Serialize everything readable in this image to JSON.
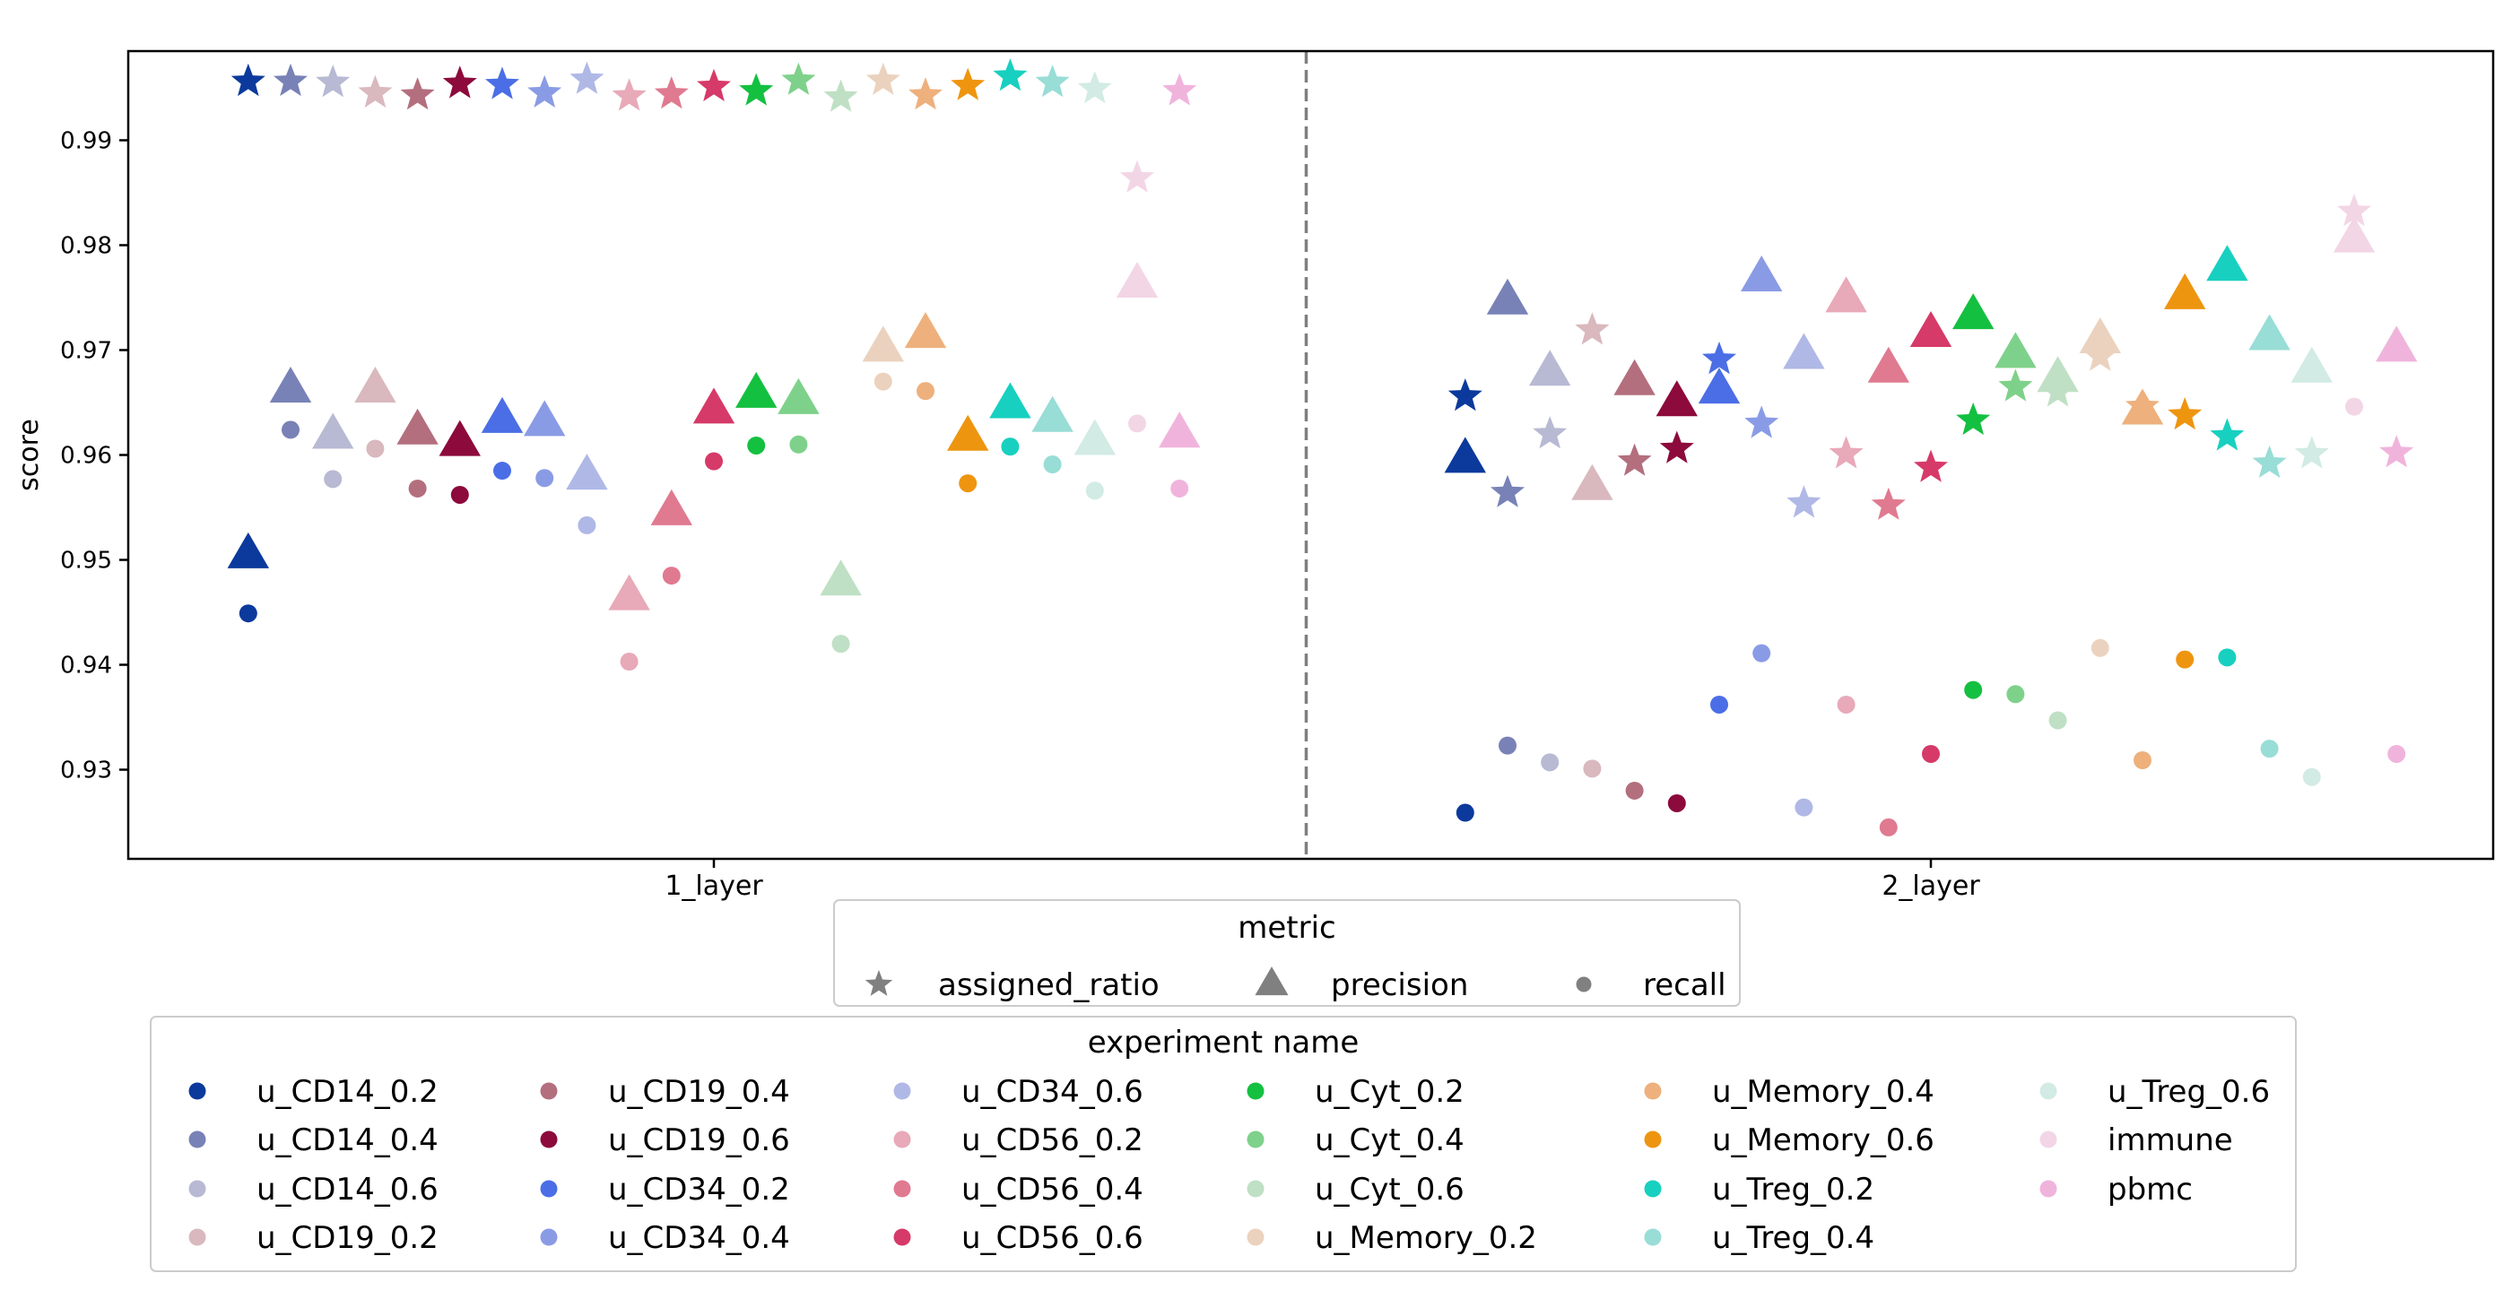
{
  "chart_data": {
    "type": "scatter",
    "title": "",
    "xlabel": "",
    "ylabel": "score",
    "categories": [
      "1_layer",
      "2_layer"
    ],
    "ylim": [
      0.9215,
      0.9985
    ],
    "yticks": [
      0.93,
      0.94,
      0.95,
      0.96,
      0.97,
      0.98,
      0.99
    ],
    "ytick_labels": [
      "0.93",
      "0.94",
      "0.95",
      "0.96",
      "0.97",
      "0.98",
      "0.99"
    ],
    "grid": false,
    "separator": "dashed vertical line between categories",
    "metrics": [
      {
        "name": "assigned_ratio",
        "marker": "star"
      },
      {
        "name": "precision",
        "marker": "triangle"
      },
      {
        "name": "recall",
        "marker": "circle"
      }
    ],
    "metric_legend": {
      "title": "metric",
      "placement": "below-center"
    },
    "experiment_legend": {
      "title": "experiment name",
      "placement": "bottom",
      "columns": 6
    },
    "series": [
      {
        "name": "u_CD14_0.2",
        "color": "#0b3a9c",
        "values": {
          "1_layer": {
            "assigned_ratio": 0.9956,
            "precision": 0.9505,
            "recall": 0.9449
          },
          "2_layer": {
            "assigned_ratio": 0.9656,
            "precision": 0.9596,
            "recall": 0.9259
          }
        }
      },
      {
        "name": "u_CD14_0.4",
        "color": "#7882b6",
        "values": {
          "1_layer": {
            "assigned_ratio": 0.9956,
            "precision": 0.9663,
            "recall": 0.9624
          },
          "2_layer": {
            "assigned_ratio": 0.9564,
            "precision": 0.9747,
            "recall": 0.9323
          }
        }
      },
      {
        "name": "u_CD14_0.6",
        "color": "#b8b9d3",
        "values": {
          "1_layer": {
            "assigned_ratio": 0.9955,
            "precision": 0.9619,
            "recall": 0.9577
          },
          "2_layer": {
            "assigned_ratio": 0.962,
            "precision": 0.9679,
            "recall": 0.9307
          }
        }
      },
      {
        "name": "u_CD19_0.2",
        "color": "#d9b8be",
        "values": {
          "1_layer": {
            "assigned_ratio": 0.9945,
            "precision": 0.9663,
            "recall": 0.9606
          },
          "2_layer": {
            "assigned_ratio": 0.9719,
            "precision": 0.957,
            "recall": 0.9301
          }
        }
      },
      {
        "name": "u_CD19_0.4",
        "color": "#b36f7e",
        "values": {
          "1_layer": {
            "assigned_ratio": 0.9943,
            "precision": 0.9623,
            "recall": 0.9568
          },
          "2_layer": {
            "assigned_ratio": 0.9594,
            "precision": 0.967,
            "recall": 0.928
          }
        }
      },
      {
        "name": "u_CD19_0.6",
        "color": "#8c0a3c",
        "values": {
          "1_layer": {
            "assigned_ratio": 0.9954,
            "precision": 0.9612,
            "recall": 0.9562
          },
          "2_layer": {
            "assigned_ratio": 0.9606,
            "precision": 0.965,
            "recall": 0.9268
          }
        }
      },
      {
        "name": "u_CD34_0.2",
        "color": "#4b6ee6",
        "values": {
          "1_layer": {
            "assigned_ratio": 0.9953,
            "precision": 0.9634,
            "recall": 0.9585
          },
          "2_layer": {
            "assigned_ratio": 0.9691,
            "precision": 0.9662,
            "recall": 0.9362
          }
        }
      },
      {
        "name": "u_CD34_0.4",
        "color": "#8a9be6",
        "values": {
          "1_layer": {
            "assigned_ratio": 0.9945,
            "precision": 0.9631,
            "recall": 0.9578
          },
          "2_layer": {
            "assigned_ratio": 0.963,
            "precision": 0.9769,
            "recall": 0.9411
          }
        }
      },
      {
        "name": "u_CD34_0.6",
        "color": "#b0b8e6",
        "values": {
          "1_layer": {
            "assigned_ratio": 0.9958,
            "precision": 0.958,
            "recall": 0.9533
          },
          "2_layer": {
            "assigned_ratio": 0.9554,
            "precision": 0.9695,
            "recall": 0.9264
          }
        }
      },
      {
        "name": "u_CD56_0.2",
        "color": "#e8a9b8",
        "values": {
          "1_layer": {
            "assigned_ratio": 0.9942,
            "precision": 0.9465,
            "recall": 0.9403
          },
          "2_layer": {
            "assigned_ratio": 0.9601,
            "precision": 0.9749,
            "recall": 0.9362
          }
        }
      },
      {
        "name": "u_CD56_0.4",
        "color": "#e07a90",
        "values": {
          "1_layer": {
            "assigned_ratio": 0.9944,
            "precision": 0.9546,
            "recall": 0.9485
          },
          "2_layer": {
            "assigned_ratio": 0.9552,
            "precision": 0.9682,
            "recall": 0.9245
          }
        }
      },
      {
        "name": "u_CD56_0.6",
        "color": "#d63a68",
        "values": {
          "1_layer": {
            "assigned_ratio": 0.9951,
            "precision": 0.9643,
            "recall": 0.9594
          },
          "2_layer": {
            "assigned_ratio": 0.9588,
            "precision": 0.9716,
            "recall": 0.9315
          }
        }
      },
      {
        "name": "u_Cyt_0.2",
        "color": "#14c040",
        "values": {
          "1_layer": {
            "assigned_ratio": 0.9947,
            "precision": 0.9658,
            "recall": 0.9609
          },
          "2_layer": {
            "assigned_ratio": 0.9633,
            "precision": 0.9733,
            "recall": 0.9376
          }
        }
      },
      {
        "name": "u_Cyt_0.4",
        "color": "#7ed18a",
        "values": {
          "1_layer": {
            "assigned_ratio": 0.9957,
            "precision": 0.9652,
            "recall": 0.961
          },
          "2_layer": {
            "assigned_ratio": 0.9665,
            "precision": 0.9696,
            "recall": 0.9372
          }
        }
      },
      {
        "name": "u_Cyt_0.6",
        "color": "#bfe0c4",
        "values": {
          "1_layer": {
            "assigned_ratio": 0.9941,
            "precision": 0.9479,
            "recall": 0.942
          },
          "2_layer": {
            "assigned_ratio": 0.966,
            "precision": 0.9673,
            "recall": 0.9347
          }
        }
      },
      {
        "name": "u_Memory_0.2",
        "color": "#ebd2be",
        "values": {
          "1_layer": {
            "assigned_ratio": 0.9957,
            "precision": 0.9702,
            "recall": 0.967
          },
          "2_layer": {
            "assigned_ratio": 0.9694,
            "precision": 0.971,
            "recall": 0.9416
          }
        }
      },
      {
        "name": "u_Memory_0.4",
        "color": "#eeb07c",
        "values": {
          "1_layer": {
            "assigned_ratio": 0.9943,
            "precision": 0.9715,
            "recall": 0.9661
          },
          "2_layer": {
            "assigned_ratio": 0.9646,
            "precision": 0.9642,
            "recall": 0.9309
          }
        }
      },
      {
        "name": "u_Memory_0.6",
        "color": "#ee9510",
        "values": {
          "1_layer": {
            "assigned_ratio": 0.9952,
            "precision": 0.9617,
            "recall": 0.9573
          },
          "2_layer": {
            "assigned_ratio": 0.9638,
            "precision": 0.9752,
            "recall": 0.9405
          }
        }
      },
      {
        "name": "u_Treg_0.2",
        "color": "#18d0c0",
        "values": {
          "1_layer": {
            "assigned_ratio": 0.9961,
            "precision": 0.9648,
            "recall": 0.9608
          },
          "2_layer": {
            "assigned_ratio": 0.9618,
            "precision": 0.9779,
            "recall": 0.9407
          }
        }
      },
      {
        "name": "u_Treg_0.4",
        "color": "#98ddd6",
        "values": {
          "1_layer": {
            "assigned_ratio": 0.9955,
            "precision": 0.9635,
            "recall": 0.9591
          },
          "2_layer": {
            "assigned_ratio": 0.9592,
            "precision": 0.9713,
            "recall": 0.932
          }
        }
      },
      {
        "name": "u_Treg_0.6",
        "color": "#d2ebe4",
        "values": {
          "1_layer": {
            "assigned_ratio": 0.9949,
            "precision": 0.9613,
            "recall": 0.9566
          },
          "2_layer": {
            "assigned_ratio": 0.9601,
            "precision": 0.9682,
            "recall": 0.9293
          }
        }
      },
      {
        "name": "immune",
        "color": "#f3d6e6",
        "values": {
          "1_layer": {
            "assigned_ratio": 0.9864,
            "precision": 0.9763,
            "recall": 0.963
          },
          "2_layer": {
            "assigned_ratio": 0.9832,
            "precision": 0.9806,
            "recall": 0.9646
          }
        }
      },
      {
        "name": "pbmc",
        "color": "#f0b4dc",
        "values": {
          "1_layer": {
            "assigned_ratio": 0.9947,
            "precision": 0.962,
            "recall": 0.9568
          },
          "2_layer": {
            "assigned_ratio": 0.9602,
            "precision": 0.9702,
            "recall": 0.9315
          }
        }
      }
    ]
  }
}
